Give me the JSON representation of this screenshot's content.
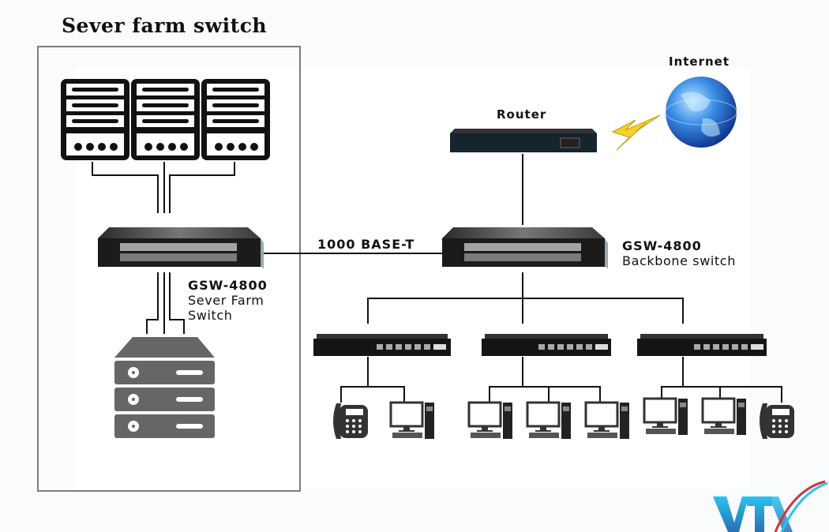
{
  "diagram": {
    "title": "Sever farm switch",
    "link_label": "1000 BASE-T",
    "nodes": {
      "server_farm_switch": {
        "model": "GSW-4800",
        "line1": "Sever Farm",
        "line2": "Switch"
      },
      "backbone_switch": {
        "model": "GSW-4800",
        "role": "Backbone switch"
      },
      "router": {
        "label": "Router"
      },
      "internet": {
        "label": "Internet"
      }
    },
    "servers_top_count": 3,
    "access_switches": [
      {
        "name": "access-switch-1",
        "endpoints": [
          "ip-phone",
          "desktop-pc"
        ]
      },
      {
        "name": "access-switch-2",
        "endpoints": [
          "desktop-pc",
          "desktop-pc",
          "desktop-pc"
        ]
      },
      {
        "name": "access-switch-3",
        "endpoints": [
          "desktop-pc",
          "desktop-pc",
          "ip-phone"
        ]
      }
    ],
    "logo": "VTX",
    "colors": {
      "logo_blue": "#2b8fd0",
      "logo_red": "#d2333b",
      "lightning": "#f4d22a",
      "globe": "#1f5fc4"
    }
  }
}
